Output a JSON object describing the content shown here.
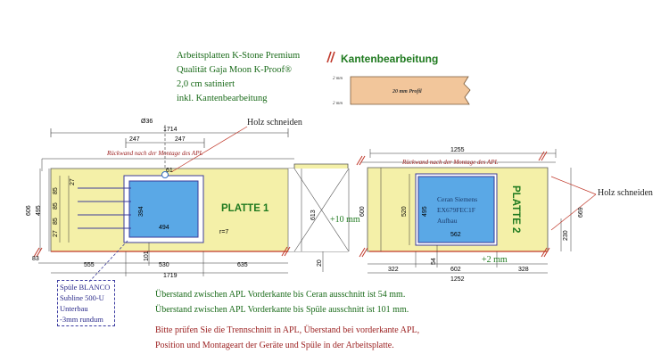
{
  "header": {
    "product_lines": [
      "Arbeitsplatten K-Stone Premium",
      "Qualität Gaja Moon K-Proof®",
      "2,0 cm satiniert",
      "inkl. Kantenbearbeitung"
    ],
    "kanten_title": "Kantenbearbeitung",
    "profile_label": "20 mm Profil",
    "profile_mm_top": "2 mm",
    "profile_mm_bottom": "2 mm"
  },
  "plate1": {
    "label": "PLATTE 1",
    "top_note": "Rückwand nach der Montage des APL",
    "cut_note": "Holz schneiden",
    "dims": {
      "d_hole": "Ø36",
      "width_top": "1714",
      "left_247": "247",
      "right_247": "247",
      "depth_606": "606",
      "d495": "495",
      "d85a": "85",
      "d85b": "85",
      "d85c": "85",
      "d27a": "27",
      "d27b": "27",
      "sink_h": "394",
      "sink_w": "494",
      "radius": "r=7",
      "d613": "613",
      "d61": "61",
      "d83": "83",
      "d555": "555",
      "d101": "101",
      "d530": "530",
      "d635": "635",
      "d20": "20",
      "width_bottom": "1719",
      "plus10": "+10 mm"
    },
    "sink_note": [
      "Spüle BLANCO",
      "Subline 500-U",
      "Unterbau",
      "-3mm rundum"
    ]
  },
  "plate2": {
    "label": "PLATTE 2",
    "top_note": "Rückwand nach der Montage des APL",
    "cut_note": "Holz schneiden",
    "ceran": [
      "Ceran Siemens",
      "EX679FEC1F",
      "Aufbau"
    ],
    "dims": {
      "width_top": "1255",
      "d600": "600",
      "d520": "520",
      "d495": "495",
      "d669": "669",
      "d230": "230",
      "cook_w": "562",
      "d54": "54",
      "d322": "322",
      "d602": "602",
      "d328": "328",
      "width_bottom": "1252",
      "plus2": "+2 mm"
    }
  },
  "notes": {
    "green": [
      "Überstand zwischen APL Vorderkante bis Ceran ausschnitt ist 54 mm.",
      "Überstand zwischen APL Vorderkante bis Spüle ausschnitt ist 101 mm."
    ],
    "red": [
      "Bitte prüfen Sie die Trennschnitt in APL, Überstand bei vorderkante APL,",
      "Position und Montageart der Geräte und Spüle in der Arbeitsplatte."
    ]
  }
}
